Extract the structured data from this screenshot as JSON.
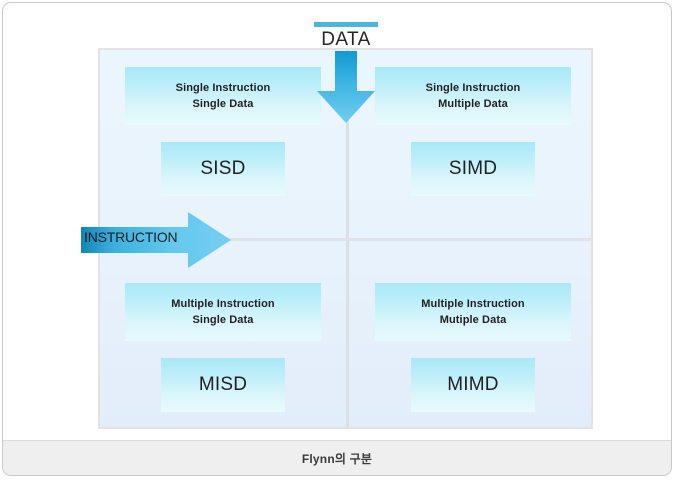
{
  "figure": {
    "caption": "Flynn의 구분",
    "axes": {
      "data": {
        "label": "DATA",
        "direction": "down",
        "bar_color": "#49b5e0"
      },
      "instruction": {
        "label": "INSTRUCTION",
        "direction": "right"
      }
    },
    "arrow_gradient": {
      "from": "#0f9bd2",
      "to": "#6fcdef"
    },
    "box_gradient": {
      "from": "#a9e8f7",
      "to": "#e8fbfd"
    },
    "panel_background": {
      "from": "#eaf6fd",
      "to": "#e2edfa"
    },
    "quadrants": [
      {
        "id": "sisd",
        "position": "top-left",
        "description_line1": "Single Instruction",
        "description_line2": "Single Data",
        "acronym": "SISD"
      },
      {
        "id": "simd",
        "position": "top-right",
        "description_line1": "Single Instruction",
        "description_line2": "Multiple Data",
        "acronym": "SIMD"
      },
      {
        "id": "misd",
        "position": "bottom-left",
        "description_line1": "Multiple Instruction",
        "description_line2": "Single Data",
        "acronym": "MISD"
      },
      {
        "id": "mimd",
        "position": "bottom-right",
        "description_line1": "Multiple Instruction",
        "description_line2": "Mutiple Data",
        "acronym": "MIMD"
      }
    ]
  }
}
